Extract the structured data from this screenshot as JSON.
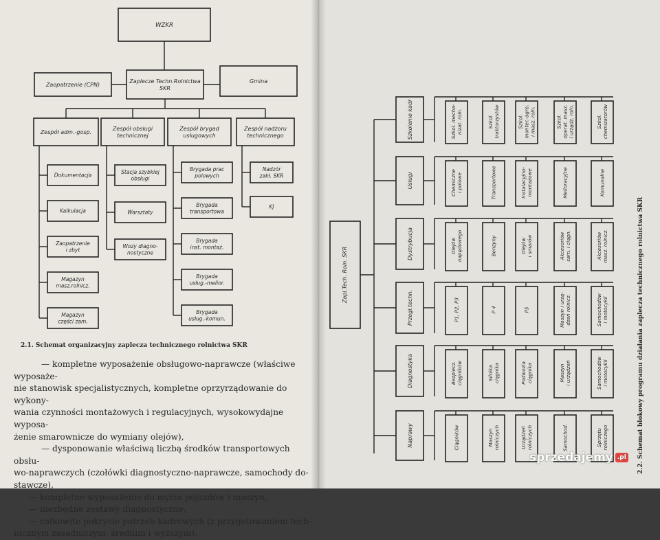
{
  "left_diagram": {
    "top": "WZKR",
    "center": [
      "Zaplecze Techn.Rolnictwa",
      "SKR"
    ],
    "left_side": "Zaopatrzenie (CPN)",
    "right_side": "Gmina",
    "groups": [
      {
        "title": [
          "Zespół adm.-gosp."
        ],
        "items": [
          [
            "Dokumentacja"
          ],
          [
            "Kalkulacja"
          ],
          [
            "Zaopatrzenie",
            "i zbyt"
          ],
          [
            "Magazyn",
            "masz.rolnicz."
          ],
          [
            "Magazyn",
            "części zam."
          ]
        ]
      },
      {
        "title": [
          "Zespół obsługi",
          "technicznej"
        ],
        "items": [
          [
            "Stacja szybkiej",
            "obsługi"
          ],
          [
            "Warsztaty"
          ],
          [
            "Wozy diagno-",
            "nostyczne"
          ]
        ]
      },
      {
        "title": [
          "Zespół brygad",
          "usługowych"
        ],
        "items": [
          [
            "Brygada prac",
            "polowych"
          ],
          [
            "Brygada",
            "transportowa"
          ],
          [
            "Brygada",
            "inst. montaż."
          ],
          [
            "Brygada",
            "usług.-melior."
          ],
          [
            "Brygada",
            "usług.-komun."
          ]
        ]
      },
      {
        "title": [
          "Zespół nadzoru",
          "technicznego"
        ],
        "items": [
          [
            "Nadzór",
            "zakł. SKR"
          ],
          [
            "KJ"
          ]
        ]
      }
    ],
    "caption": "2.1. Schemat organizacyjny zaplecza technicznego rolnictwa SKR"
  },
  "body_text": [
    "— kompletne wyposażenie obsługowo-naprawcze (właściwe wyposaże-",
    "nie stanowisk specjalistycznych, kompletne oprzyrządowanie do wykony-",
    "wania czynności montażowych i regulacyjnych, wysokowydajne wyposa-",
    "żenie smarownicze do wymiany olejów),",
    "— dysponowanie właściwą liczbą środków transportowych obsłu-",
    "wo-naprawczych (czołówki diagnostyczno-naprawcze, samochody do-",
    "stawcze),",
    "— kompletne wyposażenie do mycia pojazdów i maszyn,",
    "— niezbędne zestawy diagnostyczne,",
    "— całkowite pokrycie potrzeb kadrowych (z przygotowaniem tech-",
    "nicznym zasadniczym, średnim i wyższym)."
  ],
  "right_diagram": {
    "root": "Zapl.Tech. Roln. SKR",
    "rows": [
      {
        "label": "Szkolenie kadr",
        "items": [
          [
            "Szkol. mecha-",
            "nizat. roln."
          ],
          [
            "Szkol.",
            "traktorzystów"
          ],
          [
            "Szkol.",
            "monter.-agre.",
            "i masz. roln."
          ],
          [
            "Szkol.",
            "operat. masz.",
            "i urządz. roln."
          ],
          [
            "Szkol.",
            "chemizatorów"
          ]
        ]
      },
      {
        "label": "Usługi",
        "items": [
          [
            "Chemiczne",
            "i polowe"
          ],
          [
            "Transportowe"
          ],
          [
            "Instalacyjno-",
            "montażowe"
          ],
          [
            "Melioracyjne"
          ],
          [
            "Komunalne"
          ]
        ]
      },
      {
        "label": "Dystrybucja",
        "items": [
          [
            "Olejów",
            "napędowego"
          ],
          [
            "Benzyny"
          ],
          [
            "Olejów",
            "i smarów"
          ],
          [
            "Akcesoriów",
            "sam. i ciągn."
          ],
          [
            "Akcesoriów",
            "masz. rolnicz."
          ]
        ]
      },
      {
        "label": "Przegl.techn.",
        "items": [
          [
            "P1, P2, P3"
          ],
          [
            "P 4"
          ],
          [
            "P5"
          ],
          [
            "Maszyn i urzą-",
            "dzeń rolnicz."
          ],
          [
            "Samochodów",
            "i motocykli"
          ]
        ]
      },
      {
        "label": "Diagnostyka",
        "items": [
          [
            "Bezpiecz.",
            "ciągników"
          ],
          [
            "Silnika",
            "ciągnika"
          ],
          [
            "Podwozia",
            "ciągnika"
          ],
          [
            "Maszyn",
            "i urządzeń"
          ],
          [
            "Samochodów",
            "i motocykli"
          ]
        ]
      },
      {
        "label": "Naprawy",
        "items": [
          [
            "Ciągników"
          ],
          [
            "Maszyn",
            "rolniczych"
          ],
          [
            "Urządzeń",
            "rolniczych"
          ],
          [
            "Samochod."
          ],
          [
            "Sprzętu",
            "rolniczego"
          ]
        ]
      }
    ],
    "caption": "2.2. Schemat blokowy programu działania zaplecza technicznego rolnictwa SKR"
  },
  "watermark": {
    "text": "sprzedajemy",
    "badge": ".pl"
  }
}
